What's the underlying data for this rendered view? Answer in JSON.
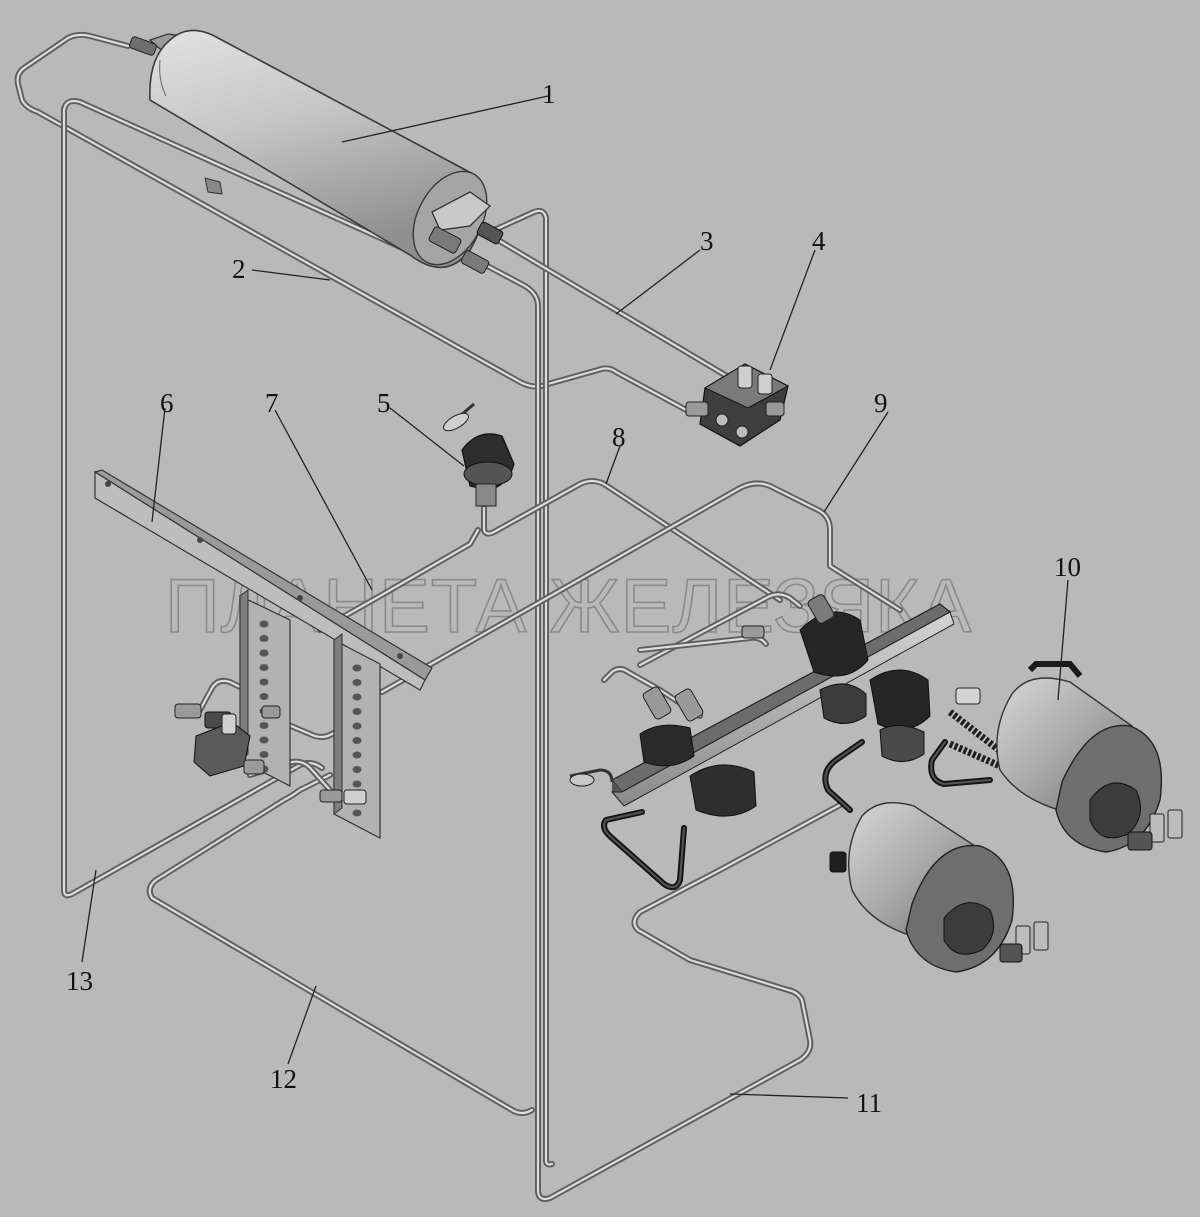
{
  "diagram": {
    "watermark": "ПЛАНЕТА ЖЕЛЕЗЯКА",
    "callouts": [
      {
        "id": "c1",
        "text": "1"
      },
      {
        "id": "c2",
        "text": "2"
      },
      {
        "id": "c3",
        "text": "3"
      },
      {
        "id": "c4",
        "text": "4"
      },
      {
        "id": "c5",
        "text": "5"
      },
      {
        "id": "c6",
        "text": "6"
      },
      {
        "id": "c7",
        "text": "7"
      },
      {
        "id": "c8",
        "text": "8"
      },
      {
        "id": "c9",
        "text": "9"
      },
      {
        "id": "c10",
        "text": "10"
      },
      {
        "id": "c11",
        "text": "11"
      },
      {
        "id": "c12",
        "text": "12"
      },
      {
        "id": "c13",
        "text": "13"
      }
    ]
  },
  "colors": {
    "background": "#b9b9b9",
    "pipe": "#dcdcdc",
    "pipe_edge": "#5e5e5e",
    "receiver_body": "#c4c4c4",
    "hose": "#151515",
    "label": "#111111"
  }
}
